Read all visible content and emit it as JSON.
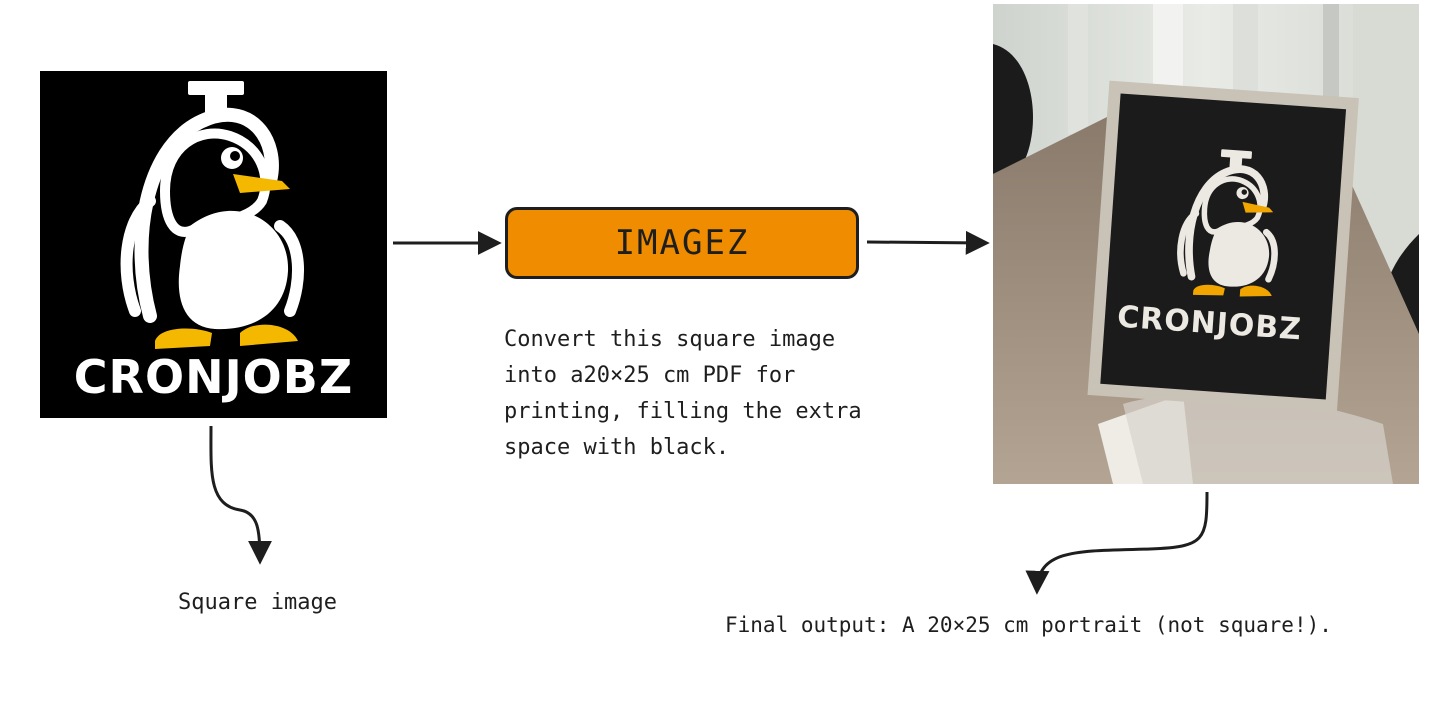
{
  "source_image": {
    "logo_text": "CRONJOBZ",
    "icon": "penguin-icon",
    "caption": "Square image"
  },
  "process": {
    "label": "IMAGEZ",
    "description": "Convert this square image\ninto a20×25 cm PDF for\nprinting, filling the extra\nspace with black."
  },
  "output": {
    "photo_logo_text": "CRONJOBZ",
    "caption": "Final output: A 20×25 cm portrait (not square!)."
  },
  "colors": {
    "accent": "#f08c00",
    "penguin_beak": "#f5b800",
    "stroke": "#1e1e1e"
  }
}
